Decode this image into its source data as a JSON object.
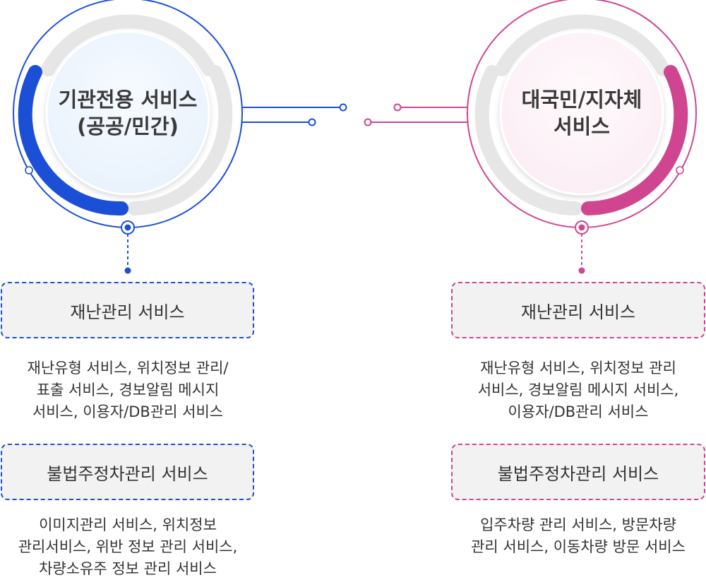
{
  "colors": {
    "blue": "#1b4fd6",
    "pink": "#d0458f",
    "ring_gray": "#e6e6e6",
    "box_fill": "#f2f2f2"
  },
  "left": {
    "title_lines": [
      "기관전용 서비스",
      "(공공/민간)"
    ],
    "box1": "재난관리 서비스",
    "desc1": [
      "재난유형 서비스, 위치정보 관리/",
      "표출 서비스, 경보알림 메시지",
      "서비스, 이용자/DB관리 서비스"
    ],
    "box2": "불법주정차관리 서비스",
    "desc2": [
      "이미지관리 서비스, 위치정보",
      "관리서비스, 위반 정보 관리 서비스,",
      "차량소유주 정보 관리 서비스"
    ]
  },
  "right": {
    "title_lines": [
      "대국민/지자체",
      "서비스"
    ],
    "box1": "재난관리 서비스",
    "desc1": [
      "재난유형 서비스, 위치정보 관리",
      "서비스, 경보알림 메시지 서비스,",
      "이용자/DB관리 서비스"
    ],
    "box2": "불법주정차관리 서비스",
    "desc2": [
      "입주차량 관리 서비스, 방문차량",
      "관리 서비스, 이동차량 방문 서비스"
    ]
  }
}
